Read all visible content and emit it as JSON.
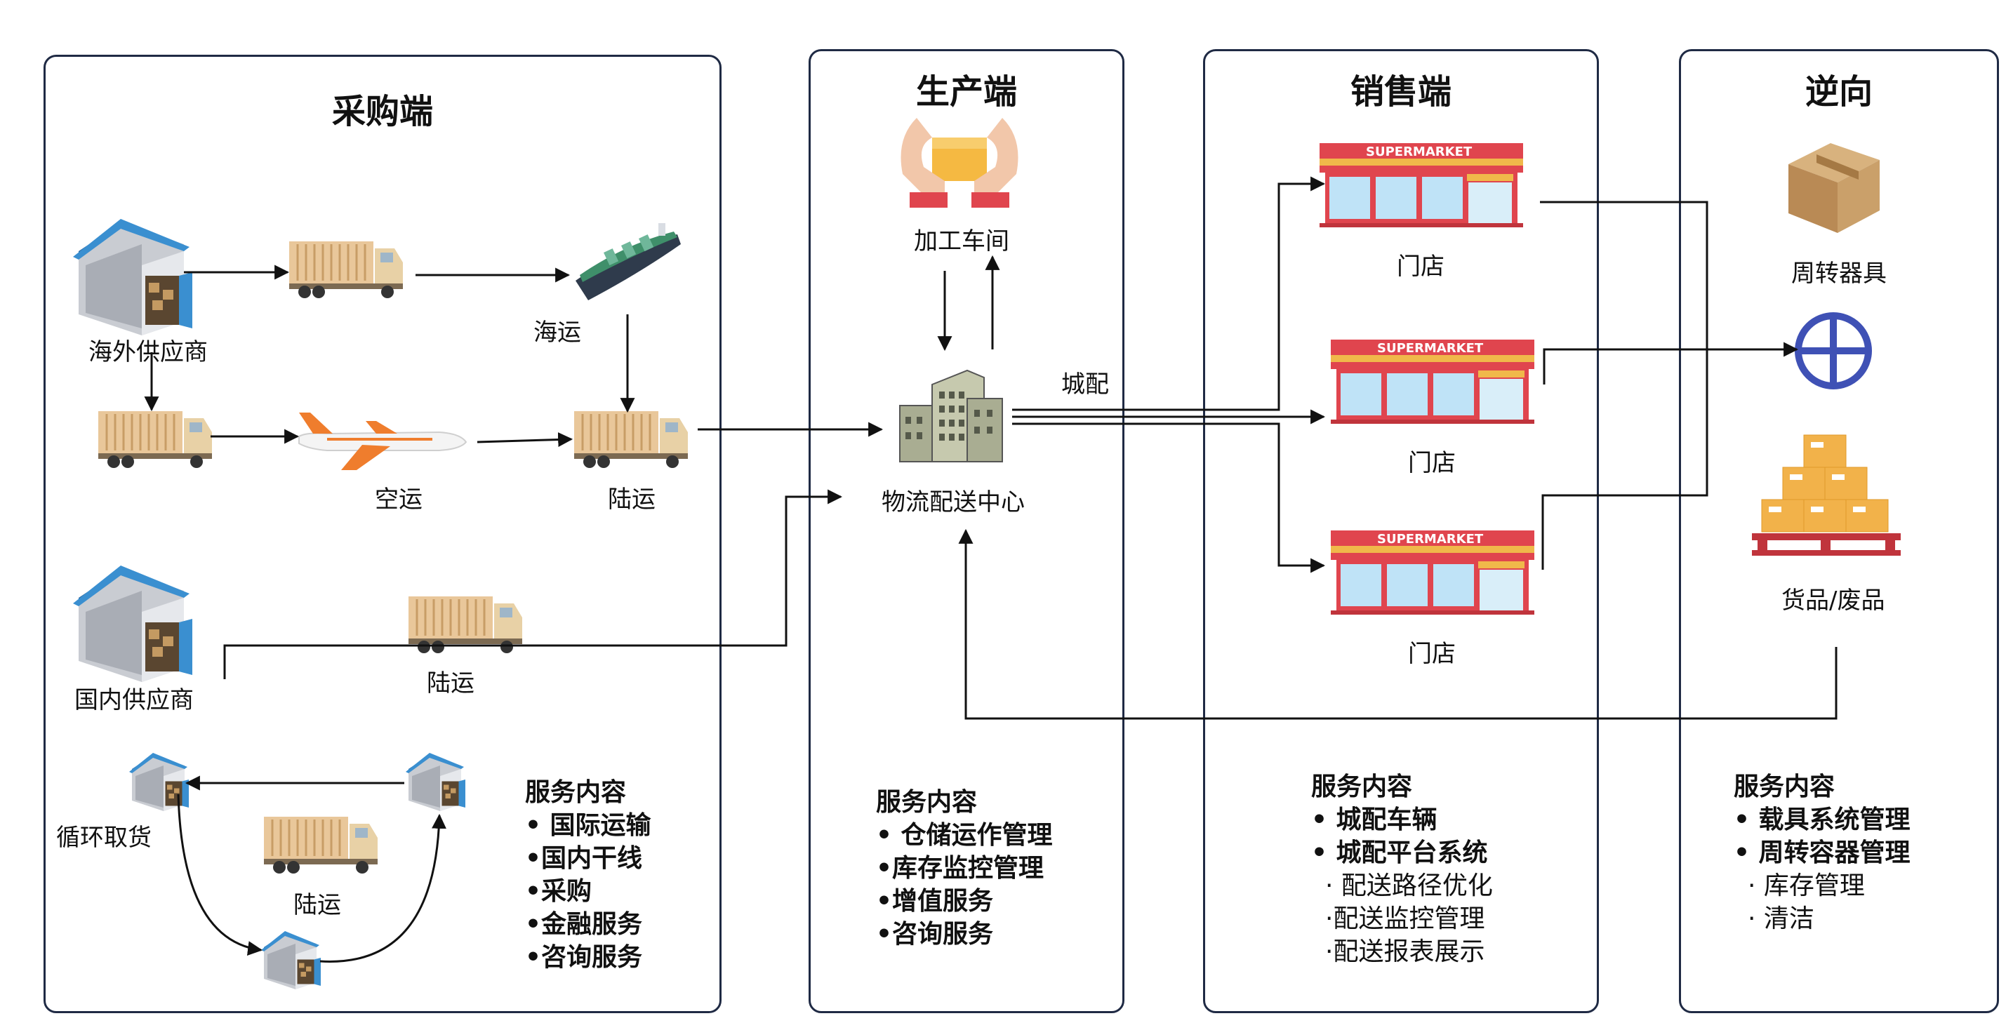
{
  "panels": {
    "procurement": {
      "title": "采购端",
      "labels": {
        "overseas_supplier": "海外供应商",
        "sea": "海运",
        "air": "空运",
        "land1": "陆运",
        "domestic_supplier": "国内供应商",
        "land2": "陆运",
        "milk_run": "循环取货",
        "land3": "陆运"
      },
      "services": {
        "heading": "服务内容",
        "items": [
          "• 国际运输",
          "•国内干线",
          "•采购",
          "•金融服务",
          "•咨询服务"
        ]
      }
    },
    "production": {
      "title": "生产端",
      "labels": {
        "workshop": "加工车间",
        "dc": "物流配送中心",
        "city_delivery": "城配"
      },
      "services": {
        "heading": "服务内容",
        "items": [
          "• 仓储运作管理",
          "•库存监控管理",
          "•增值服务",
          "•咨询服务"
        ]
      }
    },
    "sales": {
      "title": "销售端",
      "store_sign": "SUPERMARKET",
      "stores": [
        "门店",
        "门店",
        "门店"
      ],
      "services": {
        "heading": "服务内容",
        "items": [
          "• 城配车辆",
          "• 城配平台系统"
        ],
        "subitems": [
          "· 配送路径优化",
          "·配送监控管理",
          "·配送报表展示"
        ]
      }
    },
    "reverse": {
      "title": "逆向",
      "labels": {
        "container": "周转器具",
        "goods": "货品/废品"
      },
      "services": {
        "heading": "服务内容",
        "items": [
          "• 载具系统管理",
          "• 周转容器管理"
        ],
        "subitems": [
          "· 库存管理",
          "· 清洁"
        ]
      }
    }
  },
  "colors": {
    "border": "#1f2a44",
    "warehouse_roof": "#3a8fd0",
    "truck_cargo": "#e9c79a",
    "store_red": "#e0454e",
    "store_glass": "#bfe3f7",
    "plus_circle": "#3f51b5",
    "box": "#f2b24a"
  }
}
